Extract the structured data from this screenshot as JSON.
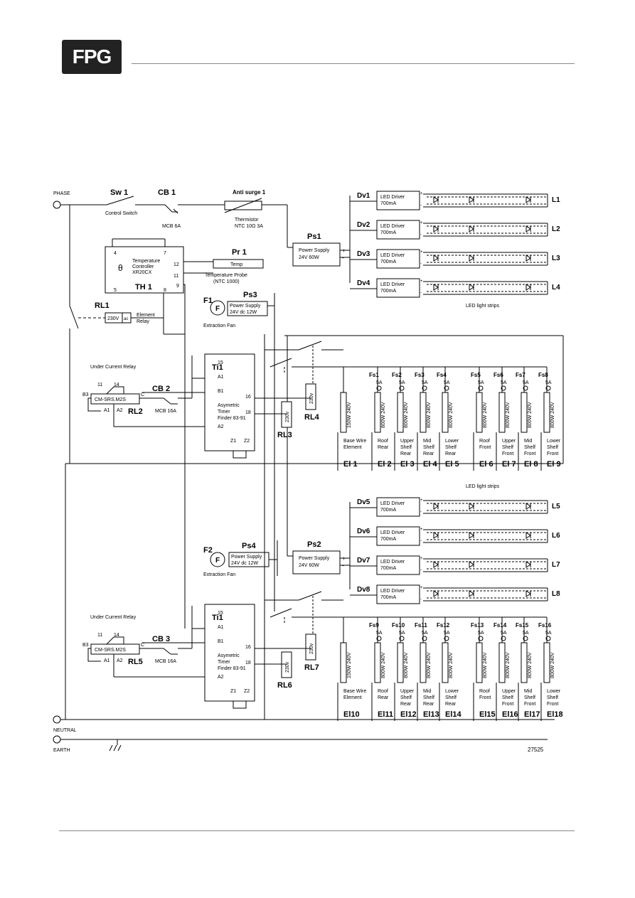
{
  "header": {
    "logo_text": "FPG"
  },
  "diagram": {
    "figure_number": "27525",
    "rails": {
      "phase": "PHASE",
      "neutral": "NEUTRAL",
      "earth": "EARTH"
    },
    "top": {
      "sw1": "Sw 1",
      "sw1_desc": "Control Switch",
      "cb1": "CB 1",
      "cb1_desc": "MCB 6A",
      "anti_surge": "Anti surge 1",
      "thermistor": "Thermistor",
      "thermistor_spec": "NTC 10Ω 3A",
      "controller_lines": [
        "Temperature",
        "Controller",
        "XR20CX"
      ],
      "th1": "TH 1",
      "theta": "θ",
      "th_pins": {
        "p4": "4",
        "p7": "7",
        "p12": "12",
        "p11": "11",
        "p5": "5",
        "p8": "8",
        "p9": "9"
      },
      "pr1": "Pr 1",
      "pr1_box": "Temp",
      "probe": "Temperature Probe",
      "probe_spec": "(NTC 1000)",
      "rl1": "RL1",
      "rl1_coil": "230V",
      "rl1_ac": "ac",
      "rl1_desc": [
        "Element",
        "Relay"
      ],
      "f1": "F1",
      "fan_symbol": "F",
      "fan_desc": "Extraction Fan",
      "ps3": "Ps3",
      "ps3_lines": [
        "Power Supply",
        "24V dc 12W"
      ],
      "ps1": "Ps1",
      "ps1_lines": [
        "Power Supply",
        "24V  60W"
      ],
      "led_strips_label": "LED light strips",
      "drivers": [
        {
          "dv": "Dv1",
          "l": "L1"
        },
        {
          "dv": "Dv2",
          "l": "L2"
        },
        {
          "dv": "Dv3",
          "l": "L3"
        },
        {
          "dv": "Dv4",
          "l": "L4"
        }
      ]
    },
    "bottom": {
      "f2": "F2",
      "ps4": "Ps4",
      "ps4_lines": [
        "Power Supply",
        "24V dc 12W"
      ],
      "fan_desc": "Extraction Fan",
      "ps2": "Ps2",
      "ps2_lines": [
        "Power Supply",
        "24V  60W"
      ],
      "led_strips_label": "LED light strips",
      "drivers": [
        {
          "dv": "Dv5",
          "l": "L5"
        },
        {
          "dv": "Dv6",
          "l": "L6"
        },
        {
          "dv": "Dv7",
          "l": "L7"
        },
        {
          "dv": "Dv8",
          "l": "L8"
        }
      ]
    },
    "driver_lines": [
      "LED Driver",
      "700mA"
    ],
    "plus": "+",
    "minus": "-",
    "timer_sections": [
      {
        "ucr": "Under Current Relay",
        "rl": "RL2",
        "cb": "CB 2",
        "mcb": "MCB 16A",
        "relay_model": "CM-SRS.M2S",
        "relay_pins": {
          "p11": "11",
          "p14": "14",
          "b3": "B3",
          "c": "C",
          "a1": "A1",
          "a2": "A2"
        },
        "ti": "Ti1",
        "timer_lines": [
          "Asymetric",
          "Timer",
          "Finder 83-91"
        ],
        "timer_pins": {
          "p15": "15",
          "a1": "A1",
          "b1": "B1",
          "p16": "16",
          "p18": "18",
          "a2": "A2",
          "z1": "Z1",
          "z2": "Z2"
        },
        "relay_a": "RL3",
        "relay_b": "RL4",
        "coil_v": "230v",
        "fuses": [
          {
            "name": "Fs1",
            "rating": "5A"
          },
          {
            "name": "Fs2",
            "rating": "5A"
          },
          {
            "name": "Fs3",
            "rating": "5A"
          },
          {
            "name": "Fs4",
            "rating": "5A"
          },
          {
            "name": "Fs5",
            "rating": "5A"
          },
          {
            "name": "Fs6",
            "rating": "5A"
          },
          {
            "name": "Fs7",
            "rating": "5A"
          },
          {
            "name": "Fs8",
            "rating": "5A"
          }
        ],
        "elements": [
          {
            "rating": "150W 240V",
            "desc": [
              "Base Wire",
              "Element"
            ],
            "name": "El 1"
          },
          {
            "rating": "800W 240V",
            "desc": [
              "Roof",
              "Rear"
            ],
            "name": "El 2"
          },
          {
            "rating": "800W 240V",
            "desc": [
              "Upper",
              "Shelf",
              "Rear"
            ],
            "name": "El 3"
          },
          {
            "rating": "800W 240V",
            "desc": [
              "Mid",
              "Shelf",
              "Rear"
            ],
            "name": "El 4"
          },
          {
            "rating": "800W 240V",
            "desc": [
              "Lower",
              "Shelf",
              "Rear"
            ],
            "name": "El 5"
          },
          {
            "rating": "800W 240V",
            "desc": [
              "Roof",
              "Front"
            ],
            "name": "El 6"
          },
          {
            "rating": "800W 240V",
            "desc": [
              "Upper",
              "Shelf",
              "Front"
            ],
            "name": "El 7"
          },
          {
            "rating": "800W 240V",
            "desc": [
              "Mid",
              "Shelf",
              "Front"
            ],
            "name": "El 8"
          },
          {
            "rating": "800W 240V",
            "desc": [
              "Lower",
              "Shelf",
              "Front"
            ],
            "name": "El 9"
          }
        ]
      },
      {
        "ucr": "Under Current Relay",
        "rl": "RL5",
        "cb": "CB 3",
        "mcb": "MCB 16A",
        "relay_model": "CM-SRS.M2S",
        "relay_pins": {
          "p11": "11",
          "p14": "14",
          "b3": "B3",
          "c": "C",
          "a1": "A1",
          "a2": "A2"
        },
        "ti": "Ti1",
        "timer_lines": [
          "Asymetric",
          "Timer",
          "Finder 83-91"
        ],
        "timer_pins": {
          "p15": "15",
          "a1": "A1",
          "b1": "B1",
          "p16": "16",
          "p18": "18",
          "a2": "A2",
          "z1": "Z1",
          "z2": "Z2"
        },
        "relay_a": "RL6",
        "relay_b": "RL7",
        "coil_v": "230v",
        "fuses": [
          {
            "name": "Fs9",
            "rating": "5A"
          },
          {
            "name": "Fs10",
            "rating": "5A"
          },
          {
            "name": "Fs11",
            "rating": "5A"
          },
          {
            "name": "Fs12",
            "rating": "5A"
          },
          {
            "name": "Fs13",
            "rating": "5A"
          },
          {
            "name": "Fs14",
            "rating": "5A"
          },
          {
            "name": "Fs15",
            "rating": "5A"
          },
          {
            "name": "Fs16",
            "rating": "5A"
          }
        ],
        "elements": [
          {
            "rating": "150W 240V",
            "desc": [
              "Base Wire",
              "Element"
            ],
            "name": "El10"
          },
          {
            "rating": "800W 240V",
            "desc": [
              "Roof",
              "Rear"
            ],
            "name": "El11"
          },
          {
            "rating": "800W 240V",
            "desc": [
              "Upper",
              "Shelf",
              "Rear"
            ],
            "name": "El12"
          },
          {
            "rating": "800W 240V",
            "desc": [
              "Mid",
              "Shelf",
              "Rear"
            ],
            "name": "El13"
          },
          {
            "rating": "800W 240V",
            "desc": [
              "Lower",
              "Shelf",
              "Rear"
            ],
            "name": "El14"
          },
          {
            "rating": "800W 240V",
            "desc": [
              "Roof",
              "Front"
            ],
            "name": "El15"
          },
          {
            "rating": "800W 240V",
            "desc": [
              "Upper",
              "Shelf",
              "Front"
            ],
            "name": "El16"
          },
          {
            "rating": "800W 240V",
            "desc": [
              "Mid",
              "Shelf",
              "Front"
            ],
            "name": "El17"
          },
          {
            "rating": "800W 240V",
            "desc": [
              "Lower",
              "Shelf",
              "Front"
            ],
            "name": "El18"
          }
        ]
      }
    ]
  }
}
